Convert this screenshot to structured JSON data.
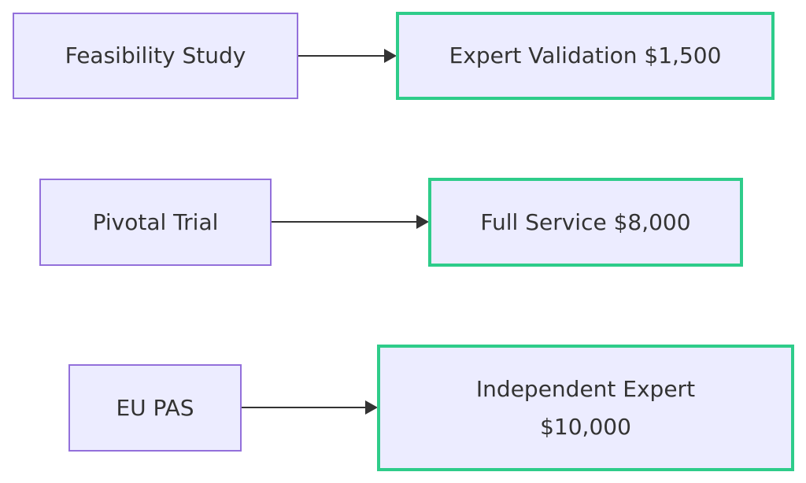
{
  "flowchart": {
    "colors": {
      "node_fill": "#ececff",
      "source_border": "#9370db",
      "target_border": "#2ecc8a",
      "edge": "#333333",
      "text": "#333333"
    },
    "rows": [
      {
        "from": {
          "label": "Feasibility Study"
        },
        "to": {
          "label": "Expert Validation $1,500"
        }
      },
      {
        "from": {
          "label": "Pivotal Trial"
        },
        "to": {
          "label": "Full Service $8,000"
        }
      },
      {
        "from": {
          "label": "EU PAS"
        },
        "to": {
          "label": "Independent Expert $10,000"
        }
      }
    ]
  }
}
